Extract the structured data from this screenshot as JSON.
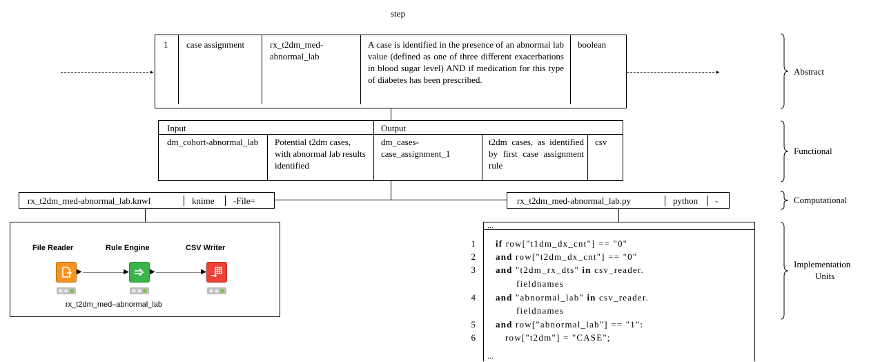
{
  "header": {
    "step_label": "step"
  },
  "abstract": {
    "number": "1",
    "name": "case assignment",
    "id": "rx_t2dm_med-abnormal_lab",
    "description": "A case is identified in the presence of an abnormal lab value (defined as one of three different exacerbations in blood sugar level) AND if medication for this type of diabetes has been prescribed.",
    "type": "boolean"
  },
  "functional": {
    "input_header": "Input",
    "output_header": "Output",
    "input_name": "dm_cohort-abnormal_lab",
    "input_desc": "Potential t2dm cases, with abnormal lab results identified",
    "output_name": "dm_cases-case_assignment_1",
    "output_desc": "t2dm cases, as identified by first case assignment rule",
    "output_format": "csv"
  },
  "computational": {
    "left": {
      "file": "rx_t2dm_med-abnormal_lab.knwf",
      "tool": "knime",
      "arg": "-File="
    },
    "right": {
      "file": "rx_t2dm_med-abnormal_lab.py",
      "tool": "python",
      "arg": "-"
    }
  },
  "knime": {
    "nodes": [
      {
        "label": "File Reader",
        "color": "#f7941d",
        "icon": "file-reader-icon"
      },
      {
        "label": "Rule Engine",
        "color": "#3cb44b",
        "icon": "rule-engine-icon"
      },
      {
        "label": "CSV Writer",
        "color": "#ef4136",
        "icon": "csv-writer-icon"
      }
    ],
    "workflow_name": "rx_t2dm_med–abnormal_lab"
  },
  "code": {
    "ellipsis_top": "...",
    "ellipsis_bottom": "...",
    "line_numbers": [
      "1",
      "2",
      "3",
      "4",
      "5",
      "6"
    ],
    "lines": [
      "if row[\"t1dm_dx_cnt\"] == \"0\"",
      "and row[\"t2dm_dx_cnt\"] == \"0\"",
      "and \"t2dm_rx_dts\" in csv_reader.",
      "fieldnames",
      "and \"abnormal_lab\" in csv_reader.",
      "fieldnames",
      "and row[\"abnormal_lab\"] == \"1\":",
      "row[\"t2dm\"] = \"CASE\";"
    ]
  },
  "layers": {
    "abstract": "Abstract",
    "functional": "Functional",
    "computational": "Computational",
    "implementation_1": "Implementation",
    "implementation_2": "Units"
  }
}
